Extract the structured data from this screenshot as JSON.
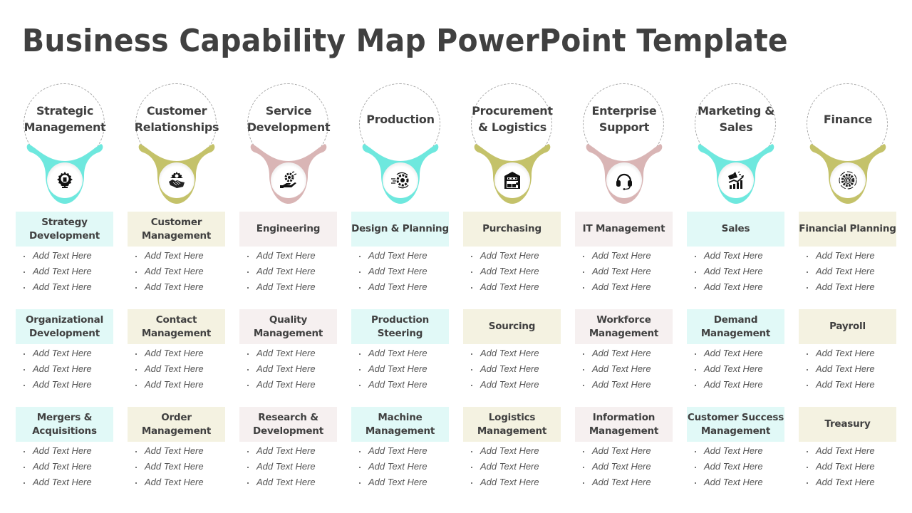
{
  "title": "Business Capability Map PowerPoint Template",
  "colors": {
    "teal": "#6ee8de",
    "olive": "#c4c26a",
    "rose": "#d9b5b5",
    "teal_light": "#e1f9f7",
    "olive_light": "#f4f2e1",
    "rose_light": "#f6f0f0",
    "text": "#404040"
  },
  "columns": [
    {
      "heading": "Strategic Management",
      "heading_lines": [
        "Strategic",
        "Management"
      ],
      "theme": "teal",
      "icon": "gear-lightbulb-icon",
      "capabilities": [
        {
          "label": "Strategy Development",
          "items": [
            "Add Text Here",
            "Add Text Here",
            "Add Text Here"
          ]
        },
        {
          "label": "Organizational Development",
          "items": [
            "Add Text Here",
            "Add Text Here",
            "Add Text Here"
          ]
        },
        {
          "label": "Mergers & Acquisitions",
          "items": [
            "Add Text Here",
            "Add Text Here",
            "Add Text Here"
          ]
        }
      ]
    },
    {
      "heading": "Customer Relationships",
      "heading_lines": [
        "Customer",
        "Relationships"
      ],
      "theme": "olive",
      "icon": "handshake-gear-icon",
      "capabilities": [
        {
          "label": "Customer Management",
          "items": [
            "Add Text Here",
            "Add Text Here",
            "Add Text Here"
          ]
        },
        {
          "label": "Contact Management",
          "items": [
            "Add Text Here",
            "Add Text Here",
            "Add Text Here"
          ]
        },
        {
          "label": "Order Management",
          "items": [
            "Add Text Here",
            "Add Text Here",
            "Add Text Here"
          ]
        }
      ]
    },
    {
      "heading": "Service Development",
      "heading_lines": [
        "Service",
        "Development"
      ],
      "theme": "rose",
      "icon": "hand-gear-icon",
      "capabilities": [
        {
          "label": "Engineering",
          "items": [
            "Add Text Here",
            "Add Text Here",
            "Add Text Here"
          ]
        },
        {
          "label": "Quality Management",
          "items": [
            "Add Text Here",
            "Add Text Here",
            "Add Text Here"
          ]
        },
        {
          "label": "Research & Development",
          "items": [
            "Add Text Here",
            "Add Text Here",
            "Add Text Here"
          ]
        }
      ]
    },
    {
      "heading": "Production",
      "heading_lines": [
        "Production"
      ],
      "theme": "teal",
      "icon": "fast-gear-icon",
      "capabilities": [
        {
          "label": "Design & Planning",
          "items": [
            "Add Text Here",
            "Add Text Here",
            "Add Text Here"
          ]
        },
        {
          "label": "Production Steering",
          "items": [
            "Add Text Here",
            "Add Text Here",
            "Add Text Here"
          ]
        },
        {
          "label": "Machine Management",
          "items": [
            "Add Text Here",
            "Add Text Here",
            "Add Text Here"
          ]
        }
      ]
    },
    {
      "heading": "Procurement & Logistics",
      "heading_lines": [
        "Procurement",
        "& Logistics"
      ],
      "theme": "olive",
      "icon": "warehouse-icon",
      "capabilities": [
        {
          "label": "Purchasing",
          "items": [
            "Add Text Here",
            "Add Text Here",
            "Add Text Here"
          ]
        },
        {
          "label": "Sourcing",
          "items": [
            "Add Text Here",
            "Add Text Here",
            "Add Text Here"
          ]
        },
        {
          "label": "Logistics Management",
          "items": [
            "Add Text Here",
            "Add Text Here",
            "Add Text Here"
          ]
        }
      ]
    },
    {
      "heading": "Enterprise Support",
      "heading_lines": [
        "Enterprise",
        "Support"
      ],
      "theme": "rose",
      "icon": "headset-icon",
      "capabilities": [
        {
          "label": "IT Management",
          "items": [
            "Add Text Here",
            "Add Text Here",
            "Add Text Here"
          ]
        },
        {
          "label": "Workforce Management",
          "items": [
            "Add Text Here",
            "Add Text Here",
            "Add Text Here"
          ]
        },
        {
          "label": "Information Management",
          "items": [
            "Add Text Here",
            "Add Text Here",
            "Add Text Here"
          ]
        }
      ]
    },
    {
      "heading": "Marketing & Sales",
      "heading_lines": [
        "Marketing",
        "& Sales"
      ],
      "theme": "teal",
      "icon": "megaphone-chart-icon",
      "capabilities": [
        {
          "label": "Sales",
          "items": [
            "Add Text Here",
            "Add Text Here",
            "Add Text Here"
          ]
        },
        {
          "label": "Demand Management",
          "items": [
            "Add Text Here",
            "Add Text Here",
            "Add Text Here"
          ]
        },
        {
          "label": "Customer Success Management",
          "items": [
            "Add Text Here",
            "Add Text Here",
            "Add Text Here"
          ]
        }
      ]
    },
    {
      "heading": "Finance",
      "heading_lines": [
        "Finance"
      ],
      "theme": "olive",
      "icon": "dollar-gear-icon",
      "capabilities": [
        {
          "label": "Financial Planning",
          "items": [
            "Add Text Here",
            "Add Text Here",
            "Add Text Here"
          ]
        },
        {
          "label": "Payroll",
          "items": [
            "Add Text Here",
            "Add Text Here",
            "Add Text Here"
          ]
        },
        {
          "label": "Treasury",
          "items": [
            "Add Text Here",
            "Add Text Here",
            "Add Text Here"
          ]
        }
      ]
    }
  ]
}
